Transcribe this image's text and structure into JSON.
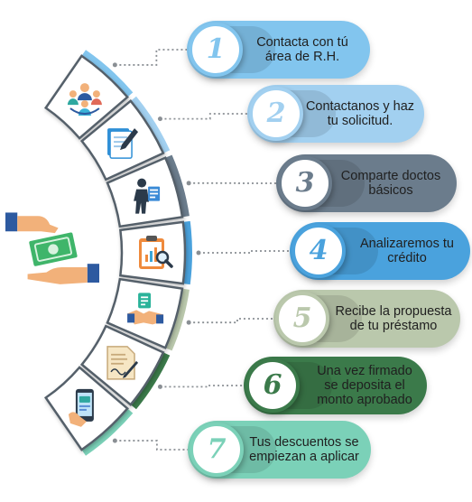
{
  "colors": {
    "step1": "#82c5ee",
    "step2": "#a2d0f0",
    "step3": "#6b7c8c",
    "step4": "#4aa2dd",
    "step5": "#bac8ac",
    "step6": "#3b7a4a",
    "step7": "#7bd1b8",
    "ring": "#ffffff",
    "ring_stroke": "#55606b",
    "connector": "#8a8f94"
  },
  "steps": [
    {
      "number": "1",
      "text": "Contacta con tú área de R.H.",
      "color": "#82c5ee",
      "icon": "team-icon"
    },
    {
      "number": "2",
      "text": "Contactanos y haz tu solicitud.",
      "color": "#a2d0f0",
      "icon": "document-pen-icon"
    },
    {
      "number": "3",
      "text": "Comparte doctos básicos",
      "color": "#6b7c8c",
      "icon": "person-document-icon"
    },
    {
      "number": "4",
      "text": "Analizaremos tu crédito",
      "color": "#4aa2dd",
      "icon": "clipboard-search-icon"
    },
    {
      "number": "5",
      "text": "Recibe la propuesta de tu préstamo",
      "color": "#bac8ac",
      "icon": "handshake-icon"
    },
    {
      "number": "6",
      "text": "Una vez firmado se deposita el monto aprobado",
      "color": "#3b7a4a",
      "icon": "contract-sign-icon"
    },
    {
      "number": "7",
      "text": "Tus descuentos se empiezan a aplicar",
      "color": "#7bd1b8",
      "icon": "phone-payment-icon"
    }
  ],
  "center_icon": "money-hands-icon"
}
